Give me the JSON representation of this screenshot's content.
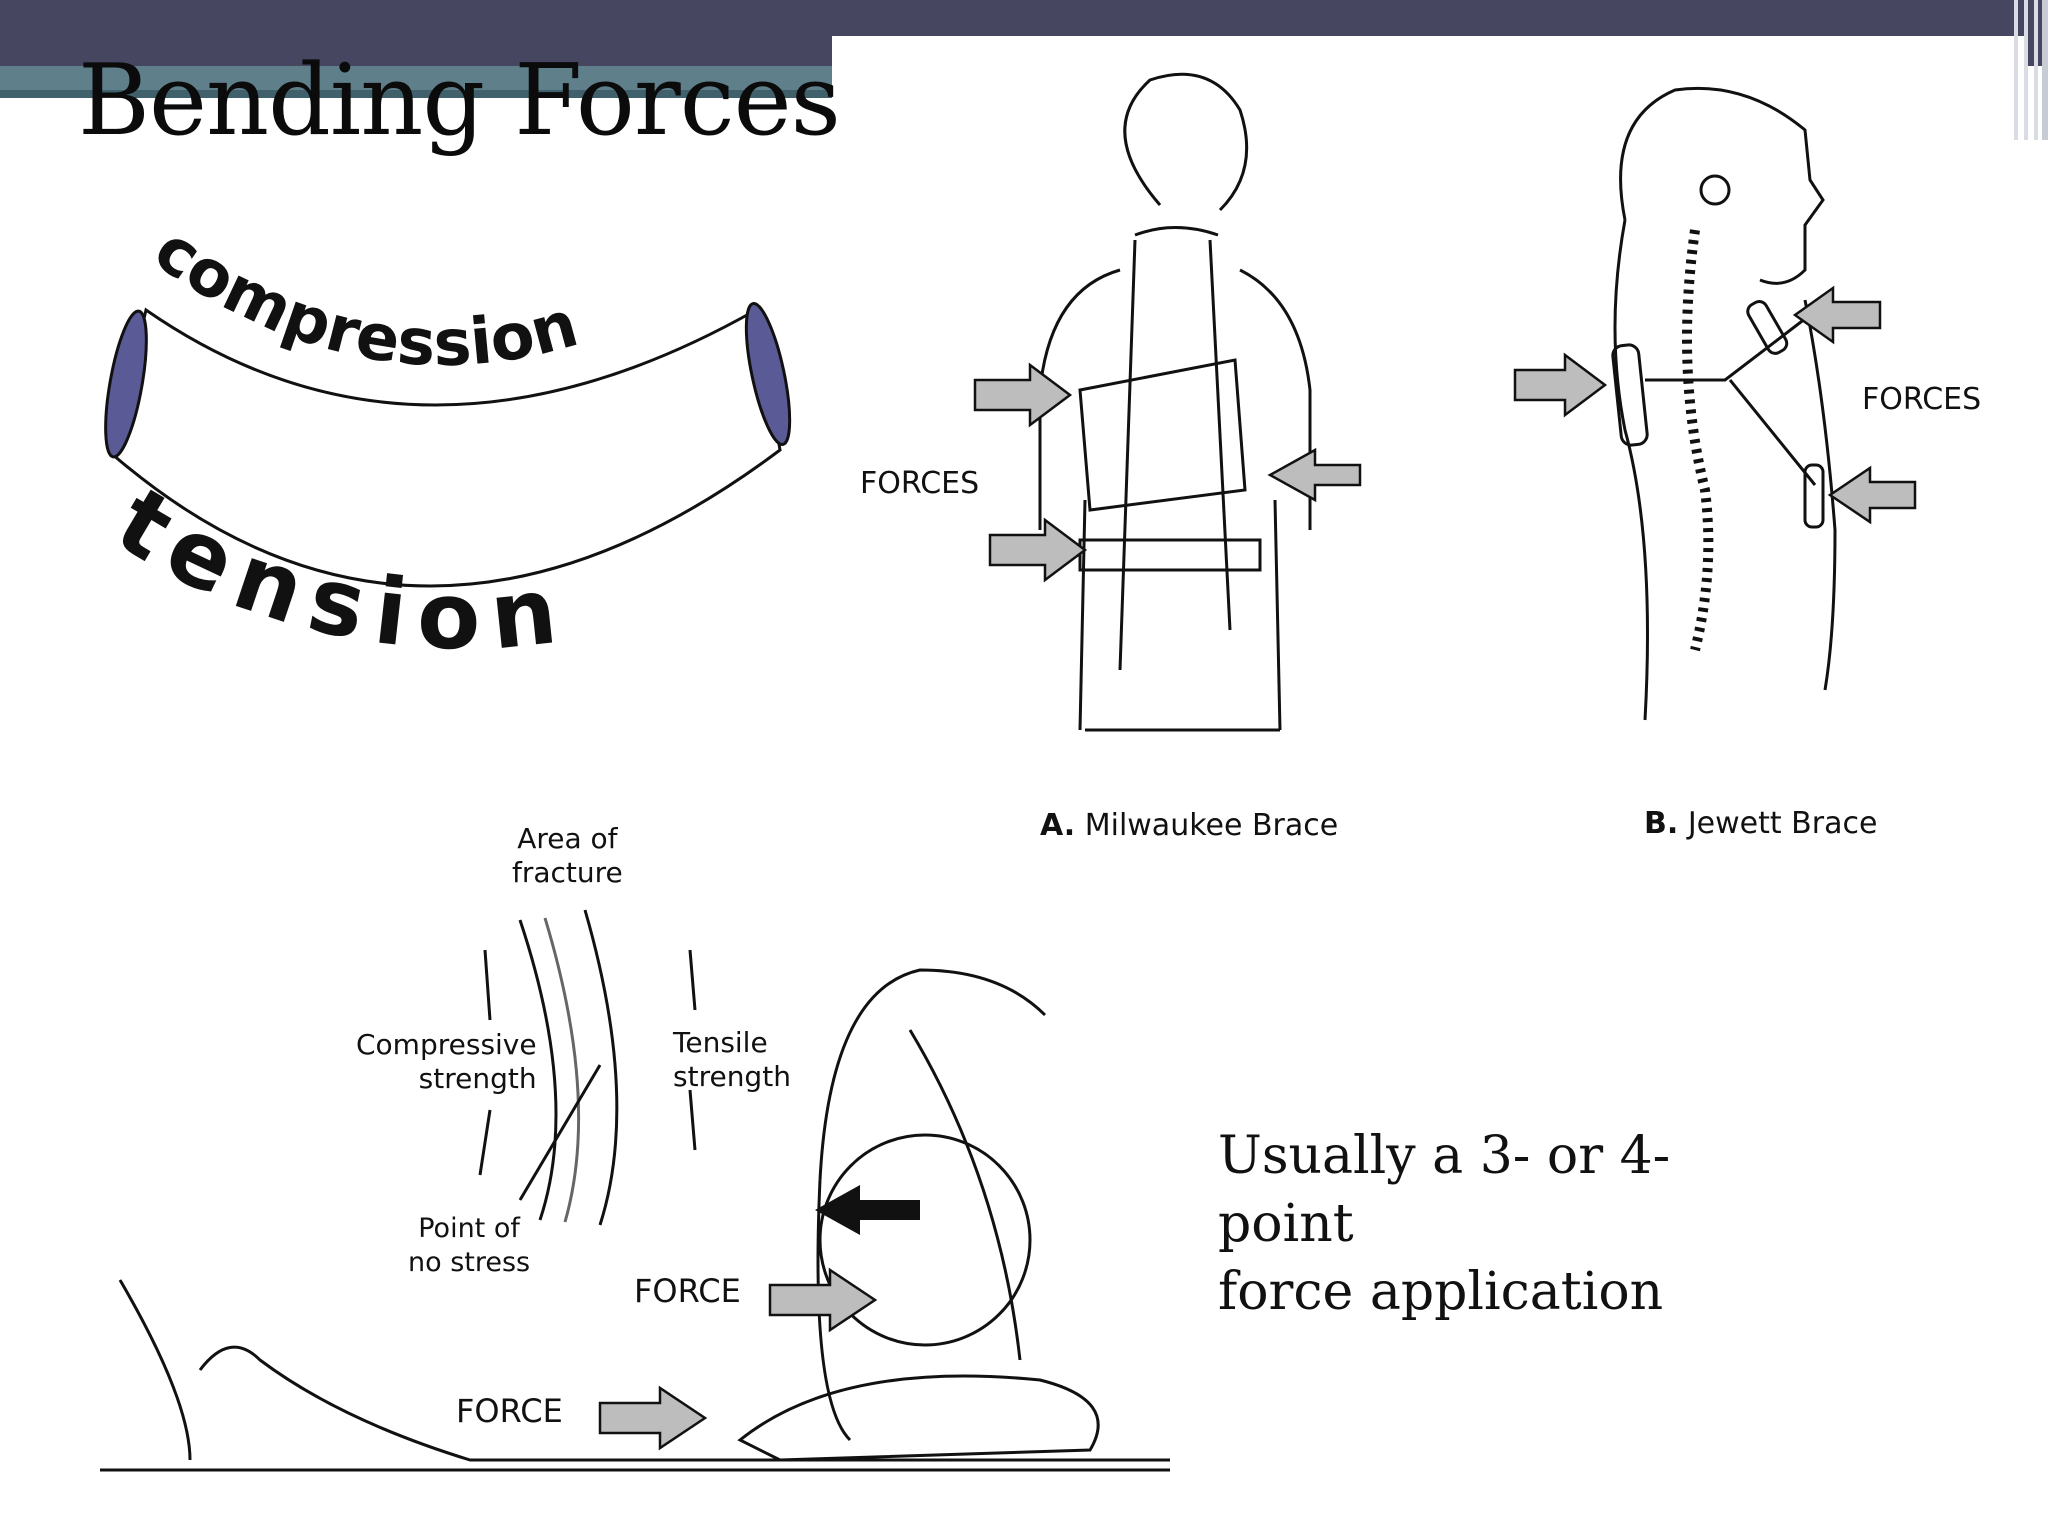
{
  "slide": {
    "title": "Bending Forces"
  },
  "bend_diagram": {
    "top_label": "compression",
    "bottom_label": "tension"
  },
  "brace_figures": {
    "milwaukee": {
      "forces_label": "FORCES",
      "caption_letter": "A.",
      "caption_text": "Milwaukee Brace"
    },
    "jewett": {
      "forces_label": "FORCES",
      "caption_letter": "B.",
      "caption_text": "Jewett Brace"
    }
  },
  "fracture_figure": {
    "area_label_line1": "Area of",
    "area_label_line2": "fracture",
    "compressive_line1": "Compressive",
    "compressive_line2": "strength",
    "tensile_line1": "Tensile",
    "tensile_line2": "strength",
    "no_stress_line1": "Point of",
    "no_stress_line2": "no stress",
    "force_label_1": "FORCE",
    "force_label_2": "FORCE"
  },
  "caption": {
    "line1": "Usually a 3- or 4-point",
    "line2": "force application"
  },
  "colors": {
    "header": "#474660",
    "header_accent": "#5f7f8b",
    "beam_end": "#5a5a96",
    "arrow_fill": "#bdbdbd"
  }
}
